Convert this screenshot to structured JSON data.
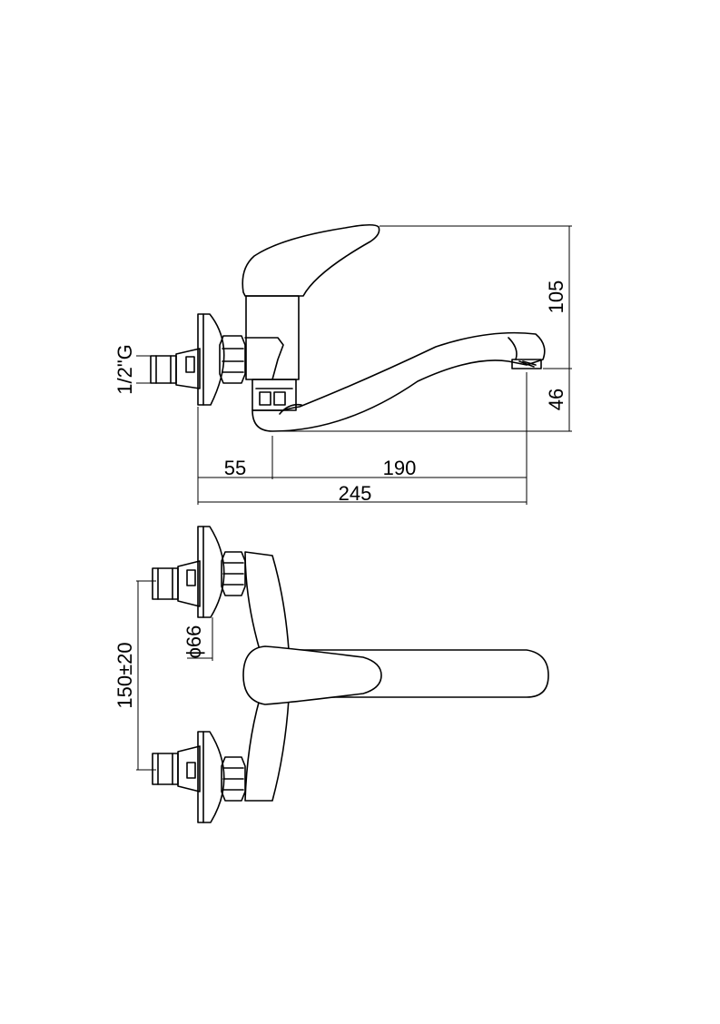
{
  "dimensions": {
    "height_total": "105",
    "spout_height": "46",
    "wall_offset": "55",
    "spout_reach": "190",
    "total_length": "245",
    "thread": "1/2\"G",
    "rosette_diameter": "66",
    "diameter_symbol": "ϕ",
    "centre_distance": "150±20"
  }
}
